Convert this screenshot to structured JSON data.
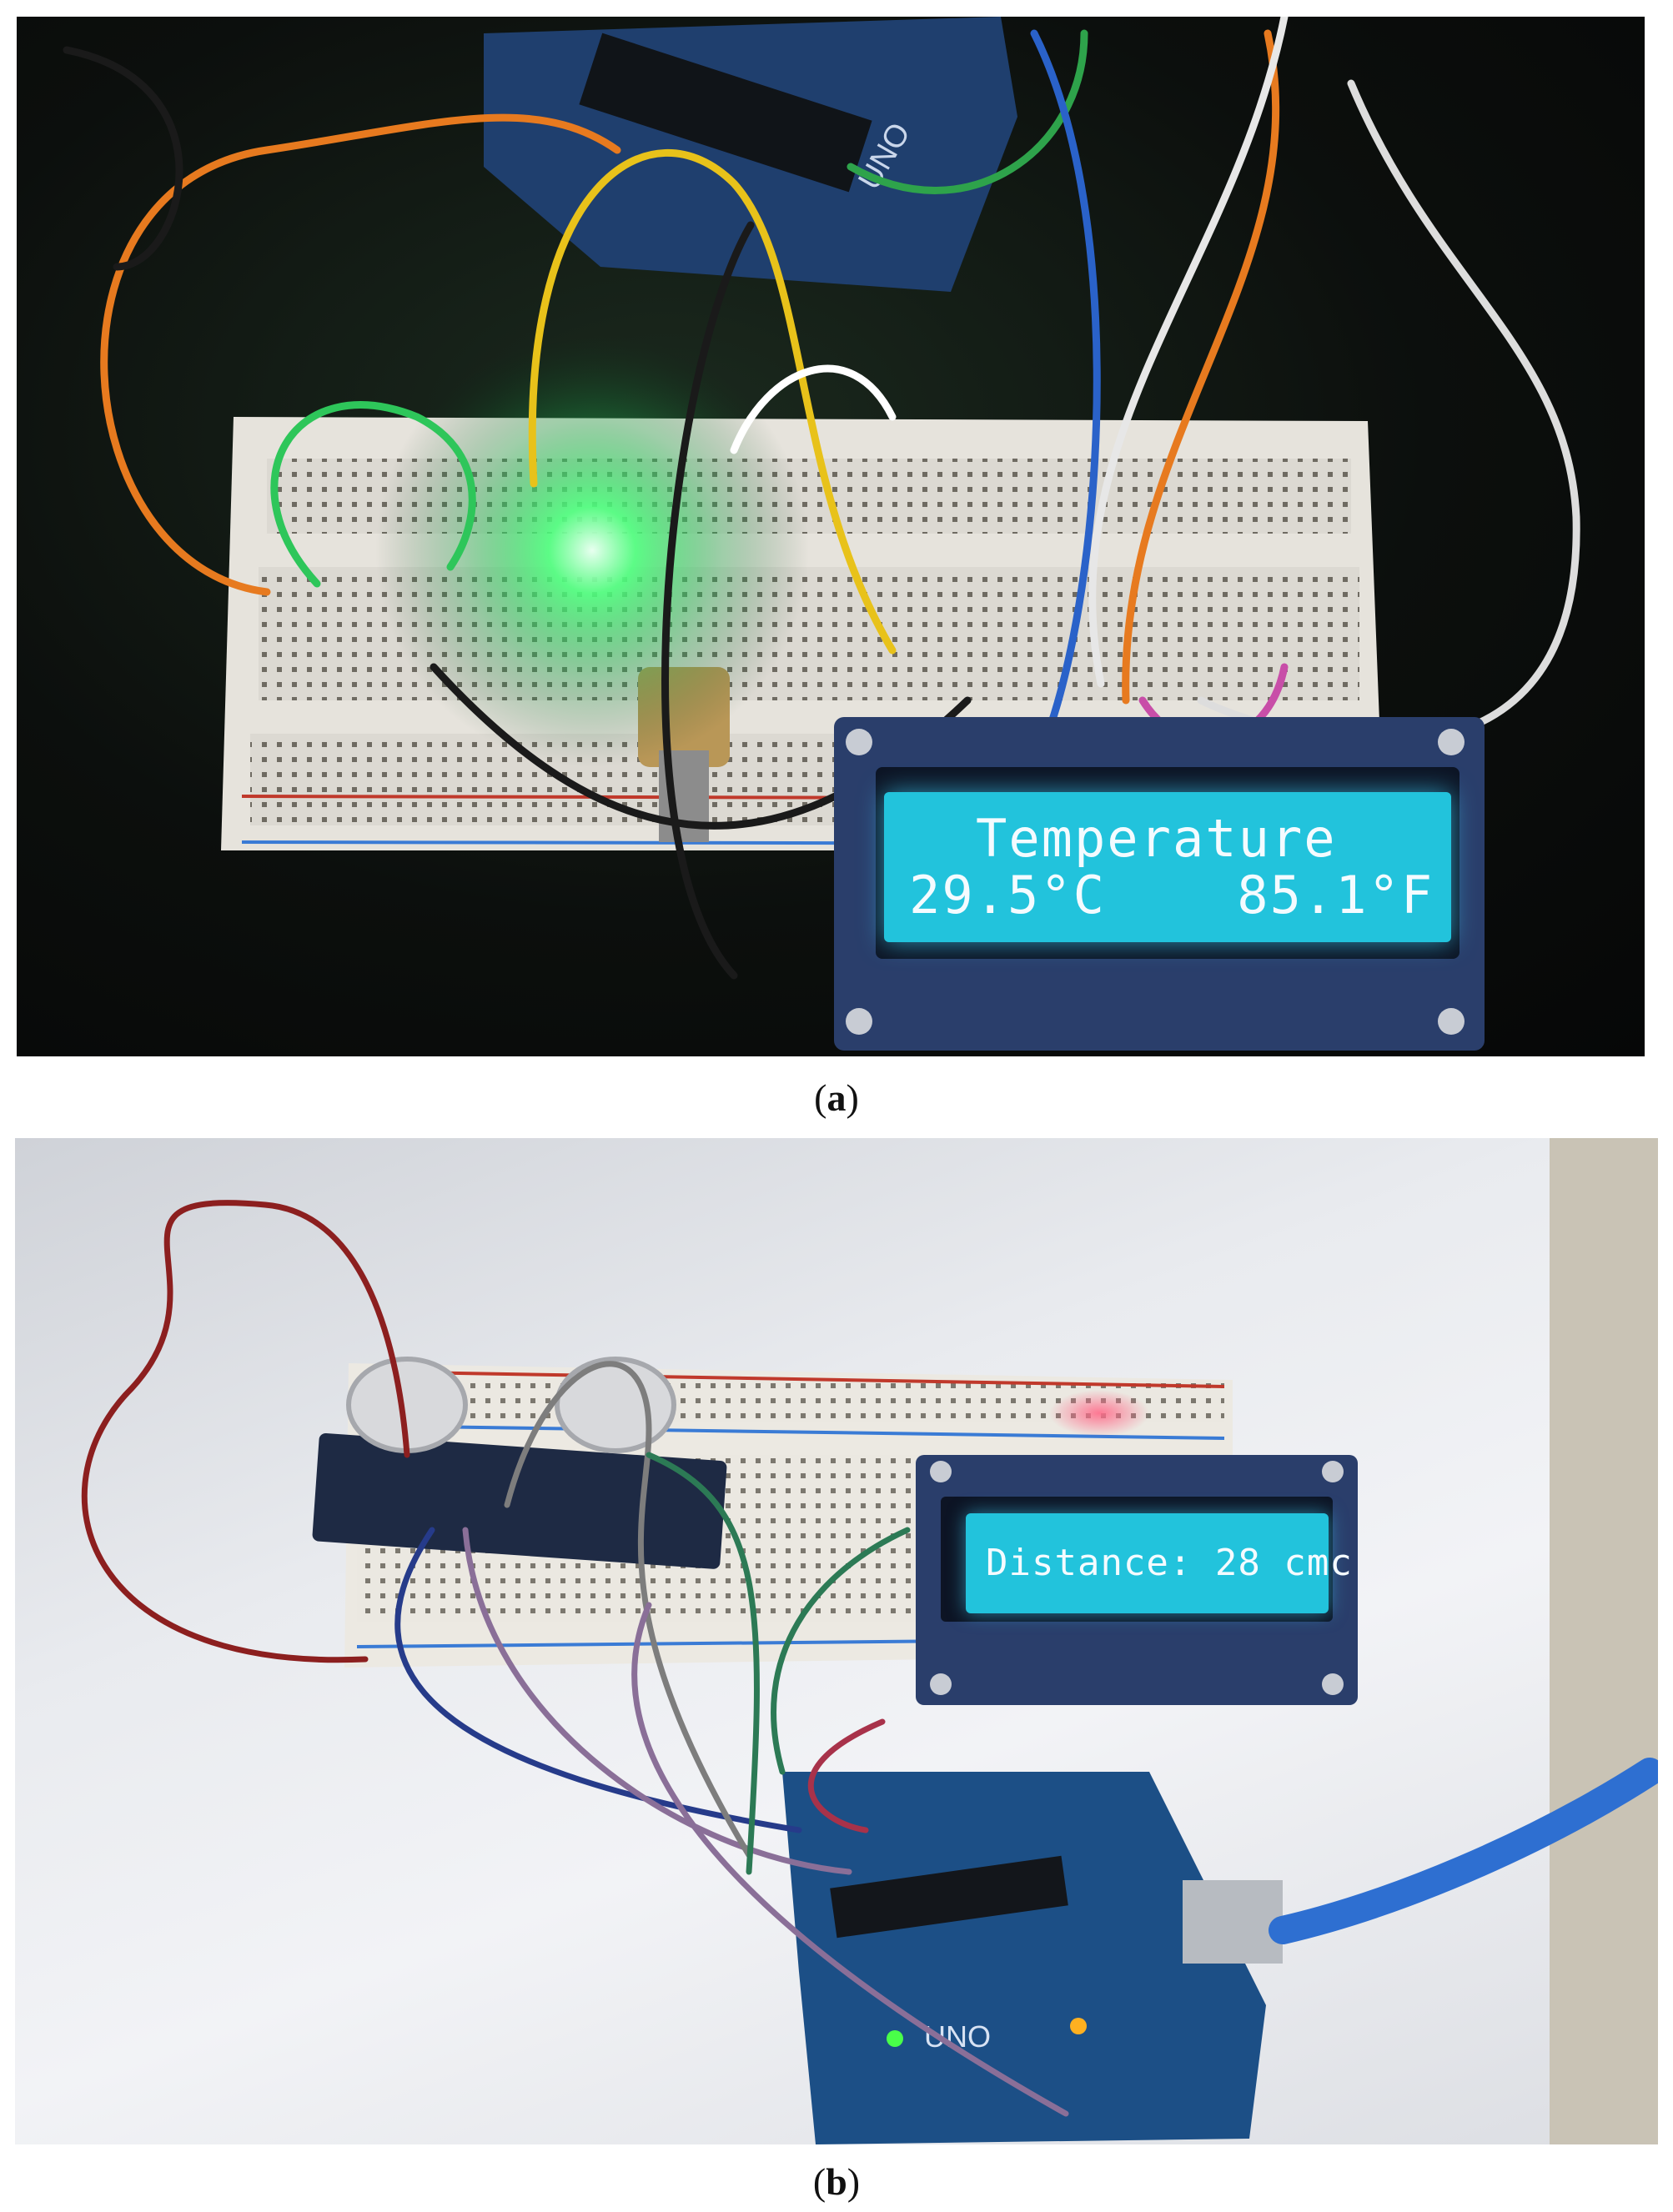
{
  "panels": [
    {
      "caption": "(a)",
      "caption_letter": "a",
      "board_marking": "UNO",
      "lcd": {
        "line1": "Temperature",
        "line2": "29.5°C    85.1°F"
      }
    },
    {
      "caption": "(b)",
      "caption_letter": "b",
      "board_marking": "UNO",
      "lcd": {
        "line1": "Distance: 28 cmc"
      }
    }
  ],
  "colors": {
    "lcd_screen": "#22c3dc",
    "lcd_board": "#2a3e6b",
    "breadboard": "#e9e6df",
    "arduino_board": "#1c4f86",
    "led_green": "#34ff6a"
  }
}
